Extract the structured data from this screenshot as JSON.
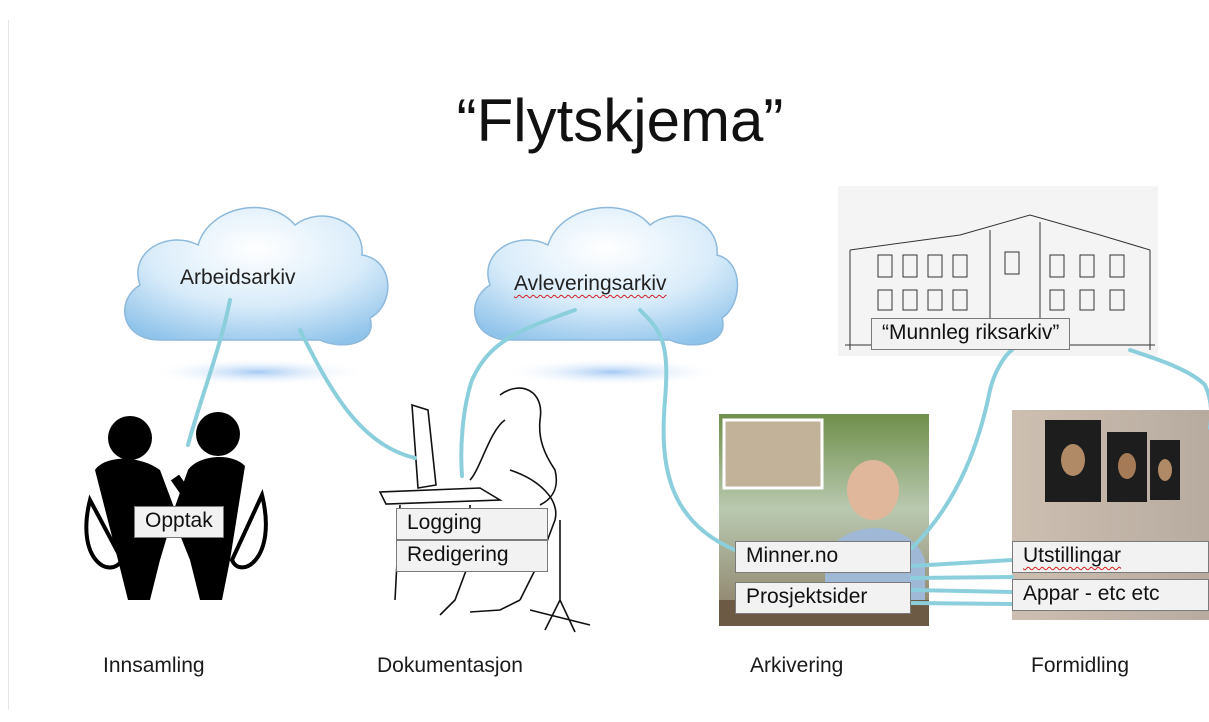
{
  "title": "“Flytskjema”",
  "clouds": {
    "work": "Arbeidsarkiv",
    "delivery": "Avleveringsarkiv"
  },
  "boxes": {
    "recording": "Opptak",
    "logging": "Logging",
    "editing": "Redigering",
    "oral_archive": "“Munnleg riksarkiv”",
    "minner": "Minner.no",
    "project_pages": "Prosjektsider",
    "exhibitions": "Utstillingar",
    "apps": "Appar - etc etc"
  },
  "stages": [
    "Innsamling",
    "Dokumentasjon",
    "Arkivering",
    "Formidling"
  ],
  "icons": [
    "interview-icon",
    "person-at-computer-icon",
    "archive-building-image",
    "portrait-photo",
    "exhibition-photo"
  ],
  "colors": {
    "connector": "#8ccfdc",
    "cloud": "#b9dcf3",
    "box_bg": "#f2f2f2",
    "box_border": "#7a7a7a"
  }
}
